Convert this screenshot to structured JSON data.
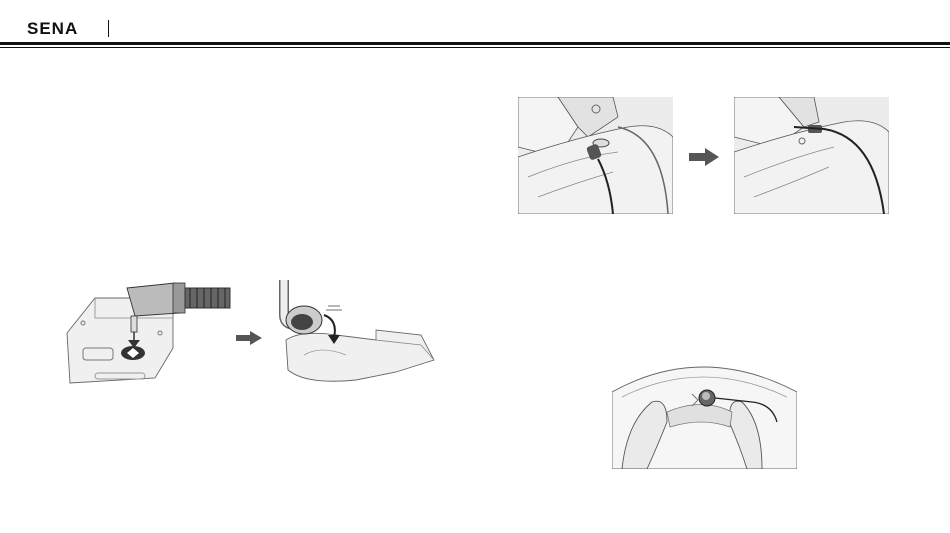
{
  "header": {
    "brand": "SENA"
  },
  "figures": [
    {
      "id": "jack-insert",
      "icon": "audio-jack-plug-illustration"
    },
    {
      "id": "jack-rotate",
      "icon": "connector-rotate-illustration"
    },
    {
      "id": "helmet-cable-before",
      "icon": "helmet-cable-routing-illustration"
    },
    {
      "id": "helmet-cable-after",
      "icon": "helmet-cable-secured-illustration"
    },
    {
      "id": "helmet-earpad",
      "icon": "helmet-speaker-placement-illustration"
    }
  ],
  "arrows": [
    "arrow-right-icon",
    "arrow-right-icon"
  ]
}
